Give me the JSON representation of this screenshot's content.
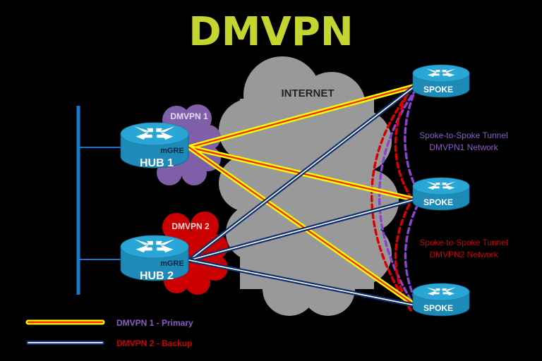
{
  "title": "DMVPN",
  "colors": {
    "title": "#c3d52e",
    "background": "#000000",
    "cloud_internet": "#999999",
    "cloud_dmvpn1": "#7f60a8",
    "cloud_dmvpn2": "#cc0000",
    "router_top": "#2aa6d6",
    "router_side": "#1d8ab8",
    "lan_bus": "#1878d0",
    "primary_outer": "#ffff00",
    "primary_inner": "#ff2200",
    "backup_outer": "#0d2f6e",
    "backup_inner": "#ffffff",
    "tunnel_dmvpn1": "#8844cc",
    "tunnel_dmvpn2": "#dd0000",
    "label_dmvpn1": "#8a5cc4",
    "label_dmvpn2": "#cc0000"
  },
  "internet": {
    "label": "INTERNET"
  },
  "hubs": [
    {
      "name": "HUB 1",
      "interface": "mGRE",
      "cloud_label": "DMVPN 1"
    },
    {
      "name": "HUB 2",
      "interface": "mGRE",
      "cloud_label": "DMVPN 2"
    }
  ],
  "spokes": [
    {
      "name": "SPOKE"
    },
    {
      "name": "SPOKE"
    },
    {
      "name": "SPOKE"
    }
  ],
  "annotations": {
    "dmvpn1_tunnel": [
      "Spoke-to-Spoke Tunnel",
      "DMVPN1 Network"
    ],
    "dmvpn2_tunnel": [
      "Spoke-to-Spoke Tunnel",
      "DMVPN2 Network"
    ]
  },
  "legend": [
    {
      "label": "DMVPN 1 - Primary",
      "style": "primary"
    },
    {
      "label": "DMVPN 2 - Backup",
      "style": "backup"
    }
  ]
}
